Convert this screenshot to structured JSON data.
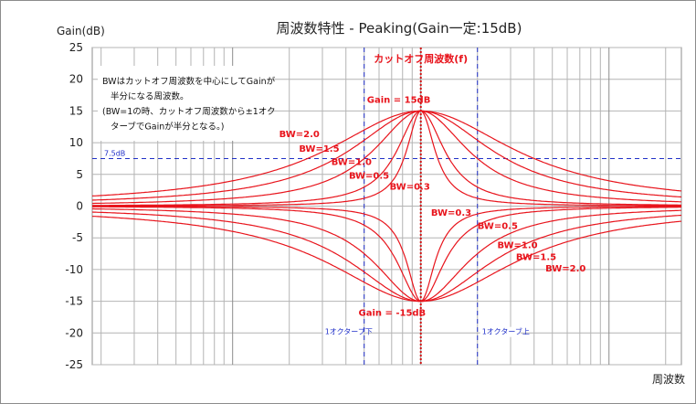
{
  "chart_data": {
    "type": "line",
    "title": "周波数特性 - Peaking(Gain一定:15dB)",
    "ylabel": "Gain(dB)",
    "xlabel": "周波数",
    "ylim": [
      -25,
      25
    ],
    "yticks": [
      25,
      20,
      15,
      10,
      5,
      0,
      -5,
      -10,
      -15,
      -20,
      -25
    ],
    "x_scale": "log",
    "x_range_octaves": [
      -5.8,
      4.6
    ],
    "grid": true,
    "cutoff_label": "カットオフ周波数(f)",
    "gain_peak": 15,
    "bandwidths": [
      2.0,
      1.5,
      1.0,
      0.5,
      0.3
    ],
    "boost_labels": [
      "BW=2.0",
      "BW=1.5",
      "BW=1.0",
      "BW=0.5",
      "BW=0.3"
    ],
    "cut_labels": [
      "BW=0.3",
      "BW=0.5",
      "BW=1.0",
      "BW=1.5",
      "BW=2.0"
    ],
    "peak_label": "Gain = 15dB",
    "dip_label": "Gain = -15dB",
    "half_gain_value": 7.5,
    "half_gain_label": "7.5dB",
    "octave_lines": [
      {
        "octave": -1,
        "label": "1オクターブ下"
      },
      {
        "octave": 1,
        "label": "1オクターブ上"
      }
    ],
    "note_lines": [
      "BWはカットオフ周波数を中心にしてGainが",
      "半分になる周波数。",
      "(BW=1の時、カットオフ周波数から±1オク",
      "ターブでGainが半分となる。)"
    ],
    "colors": {
      "curve": "#e8141c",
      "guide": "#2030c8",
      "grid": "#b4b4b4",
      "cutoff": "#d01010"
    }
  }
}
